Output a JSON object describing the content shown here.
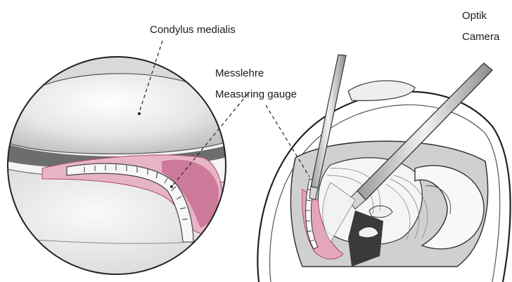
{
  "labels": {
    "condylus": "Condylus medialis",
    "messlehre": "Messlehre",
    "measuring_gauge": "Measuring gauge",
    "optik": "Optik",
    "camera": "Camera"
  },
  "colors": {
    "outline": "#2b2b2b",
    "cartilage": "#e9e9e9",
    "meniscus_pink": "#d98aa8",
    "meniscus_dark": "#a84a6e",
    "instrument": "#cfcfcf",
    "tissue_gray": "#bdbdbd"
  }
}
